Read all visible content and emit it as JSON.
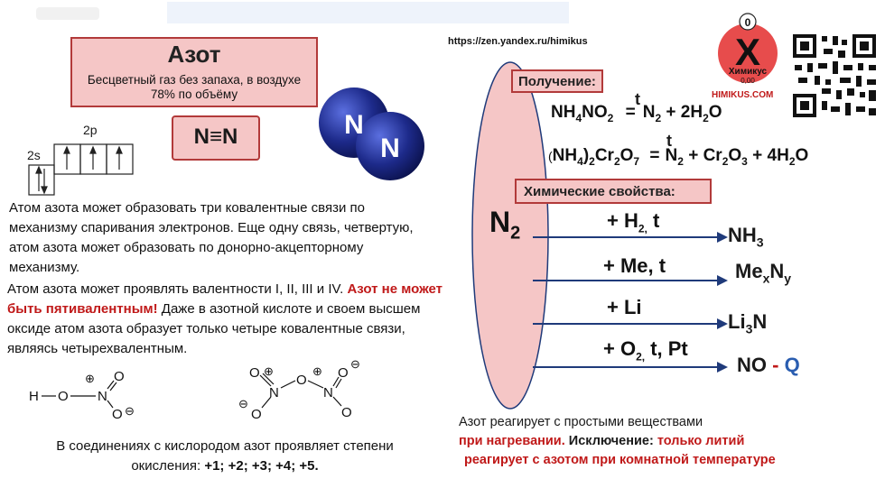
{
  "url": "https://zen.yandex.ru/himikus",
  "title": {
    "name": "Азот",
    "subtitle": "Бесцветный газ без запаха,  в воздухе 78% по объёму"
  },
  "triple_bond": "N≡N",
  "orbitals": {
    "label_2s": "2s",
    "label_2p": "2p"
  },
  "molecule": {
    "atom1": "N",
    "atom2": "N"
  },
  "text": {
    "p1": "Атом азота может образовать три ковалентные связи по механизму спаривания электронов. Еще одну связь, четвертую, атом азота может образовать по донорно-акцепторному механизму.",
    "p2_start": "Атом азота может проявлять валентности I, II, III и IV.",
    "p2_red": "Азот не может быть пятивалентным!",
    "p2_end": "Даже в азотной кислоте и своем высшем оксиде атом азота образует только четыре ковалентные связи, являясь четырехвалентным.",
    "ox_line1": "В соединениях с кислородом азот проявляет степени",
    "ox_line2_start": "окисления: ",
    "ox_states": "+1; +2; +3; +4; +5.",
    "bottom1": "Азот реагирует с простыми веществами",
    "bottom2_red": "при нагревании.",
    "bottom2_black": "Исключение:",
    "bottom2_red2": "только литий",
    "bottom3_red": "реагирует с азотом при комнатной температуре"
  },
  "structures": {
    "hno3": {
      "h": "H",
      "o1": "O",
      "n": "N",
      "o2": "O",
      "o3": "O",
      "plus": "⊕",
      "minus": "⊖"
    },
    "n2o5": {
      "o": "O",
      "n": "N",
      "plus": "⊕",
      "minus": "⊖"
    }
  },
  "right": {
    "obtaining_label": "Получение:",
    "chem_props_label": "Химические свойства:",
    "n2_label": "N",
    "n2_sub": "2",
    "t": "t",
    "eq1": {
      "left": "NH",
      "l_sub1": "4",
      "left2": "NO",
      "l_sub2": "2",
      "eqsign": "=",
      "right": "N",
      "r_sub1": "2",
      "right2": " + 2H",
      "r_sub2": "2",
      "right3": "O"
    },
    "eq2": {
      "p1": "(",
      "a": "NH",
      "s1": "4",
      "b": ")",
      "s2": "2",
      "c": "Cr",
      "s3": "2",
      "d": "O",
      "s4": "7",
      "eqsign": "=",
      "e": "N",
      "s5": "2",
      "f": " + Cr",
      "s6": "2",
      "g": "O",
      "s7": "3",
      "h": " + 4H",
      "s8": "2",
      "i": "O"
    },
    "reactions": [
      {
        "reagent": "+  H",
        "r_sub": "2,",
        "r_tail": " t",
        "product": "NH",
        "p_sub": "3",
        "p_tail": ""
      },
      {
        "reagent": "+ Me, t",
        "r_sub": "",
        "r_tail": "",
        "product": "Me",
        "p_sub": "x",
        "p_tail": "N"
      },
      {
        "reagent": "+ Li",
        "r_sub": "",
        "r_tail": "",
        "product": "Li",
        "p_sub": "3",
        "p_tail": "N"
      },
      {
        "reagent": "+ O",
        "r_sub": "2,",
        "r_tail": " t, Pt",
        "product": "NO",
        "p_sub": "",
        "p_tail": ""
      }
    ],
    "prod2_sub2": "y",
    "no_minus": " - ",
    "no_q": "Q"
  },
  "logo": {
    "top": "0",
    "letter": "Х",
    "name": "Химикус",
    "sub": "0,00",
    "site": "HIMIKUS.COM"
  },
  "colors": {
    "pink": "#f5c6c6",
    "border": "#b23a3a",
    "blue": "#1f3a7a",
    "red": "#c01919",
    "ball": "#1d2a8a"
  }
}
